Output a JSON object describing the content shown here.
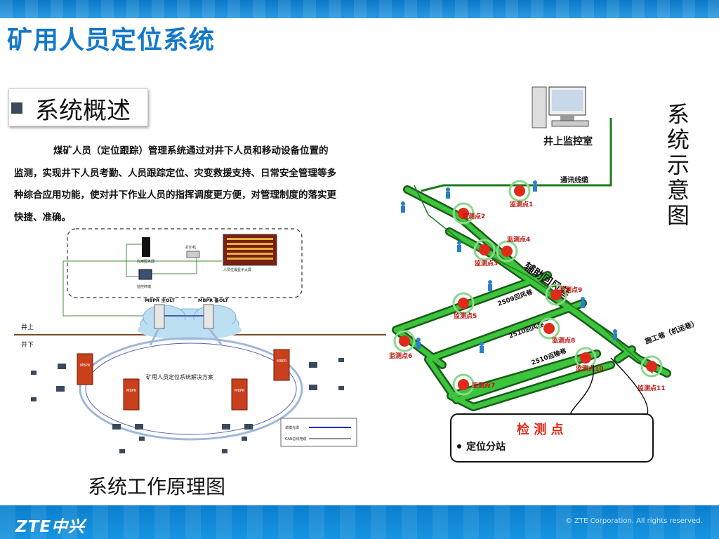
{
  "header": {
    "title": "矿用人员定位系统"
  },
  "section": {
    "title": "系统概述"
  },
  "intro": {
    "lines": [
      "煤矿人员（定位跟踪）管理系统通过对井下人员和移动设备位置的",
      "监测，实现井下人员考勤、人员跟踪定位、灾变救援支持、日常安全管理等多",
      "种综合应用功能，使对井下作业人员的指挥调度更方便，对管理制度的落实更",
      "快捷、准确。"
    ]
  },
  "left_diagram": {
    "caption": "系统工作原理图",
    "above_ground": "井上",
    "below_ground": "井下",
    "olt_left": "MBPR 主OLT",
    "olt_right": "MBPR 备OLT",
    "ring_label": "矿用人员定位系统解决方案",
    "tower_label": "MBPR",
    "servers": {
      "app_server": "应用服务器",
      "monitor": "监控终端",
      "printer": "打印机",
      "display": "人员位置显示大屏"
    },
    "legend": {
      "line1": "单模光缆",
      "line2": "CAN总线电缆"
    }
  },
  "right_diagram": {
    "title_chars": [
      "系",
      "统",
      "示",
      "意",
      "图"
    ],
    "control_room": "井上监控室",
    "comm_cable": "通讯线缆",
    "points": [
      "监测点1",
      "监测点2",
      "监测点3",
      "监测点4",
      "监测点5",
      "监测点6",
      "监测点7",
      "监测点8",
      "监测点9",
      "监测点10",
      "监测点11"
    ],
    "tunnels": {
      "main": "辅助回风巷",
      "t2509": "2509回风巷",
      "t2510": "2510回风巷",
      "t2510b": "2510运输巷",
      "work": "施工巷（机运巷）"
    },
    "legend_title": "检 测 点",
    "legend_item": "定位分站"
  },
  "footer": {
    "logo": "ZTE中兴",
    "copyright": "© ZTE Corporation. All rights reserved."
  },
  "colors": {
    "brand_blue": "#1478c8",
    "footer_blue": "#0c7fce",
    "tunnel_green": "#3cc43c",
    "point_red": "#e02a1a"
  }
}
